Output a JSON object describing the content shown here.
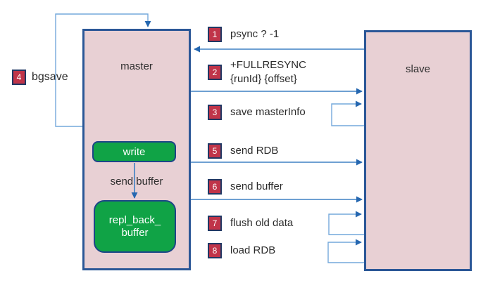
{
  "diagram_type": "redis-master-slave-replication-flow",
  "nodes": {
    "master": {
      "label": "master"
    },
    "slave": {
      "label": "slave"
    },
    "write": {
      "label": "write"
    },
    "repl_back_buffer": {
      "line1": "repl_back_",
      "line2": "buffer"
    },
    "send_buffer_caption": "send buffer"
  },
  "bgsave": {
    "num": "4",
    "label": "bgsave"
  },
  "steps": [
    {
      "num": "1",
      "label": "psync ? -1"
    },
    {
      "num": "2",
      "label": "+FULLRESYNC",
      "label2": "{runId} {offset}"
    },
    {
      "num": "3",
      "label": "save masterInfo"
    },
    {
      "num": "5",
      "label": "send RDB"
    },
    {
      "num": "6",
      "label": "send buffer"
    },
    {
      "num": "7",
      "label": "flush old data"
    },
    {
      "num": "8",
      "label": "load RDB"
    }
  ],
  "colors": {
    "node_fill": "#e8d0d4",
    "node_border": "#2b5797",
    "green_fill": "#10a346",
    "green_border": "#1c4587",
    "badge_fill": "#c03449",
    "badge_border": "#203864",
    "arrow_main": "#3f80c4",
    "arrow_loop": "#74a9dc",
    "arrowhead": "#2567b0",
    "text": "#2e2e2e",
    "background": "#ffffff"
  }
}
